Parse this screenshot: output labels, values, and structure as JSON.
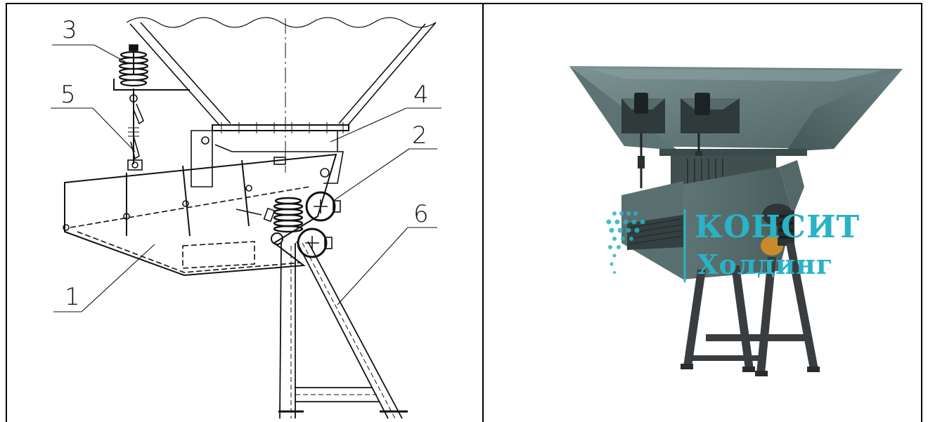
{
  "drawing": {
    "callouts": [
      {
        "id": "1",
        "label": "1"
      },
      {
        "id": "2",
        "label": "2"
      },
      {
        "id": "3",
        "label": "3"
      },
      {
        "id": "4",
        "label": "4"
      },
      {
        "id": "5",
        "label": "5"
      },
      {
        "id": "6",
        "label": "6"
      }
    ]
  },
  "render": {
    "watermark": {
      "line1": "КОНСИТ",
      "line2": "Холдинг"
    },
    "colors": {
      "metal": "#5f7474",
      "metal_dark": "#3e4f50",
      "frame": "#3a3d40",
      "logo": "#29b3c6",
      "accent": "#c98a2a"
    }
  }
}
